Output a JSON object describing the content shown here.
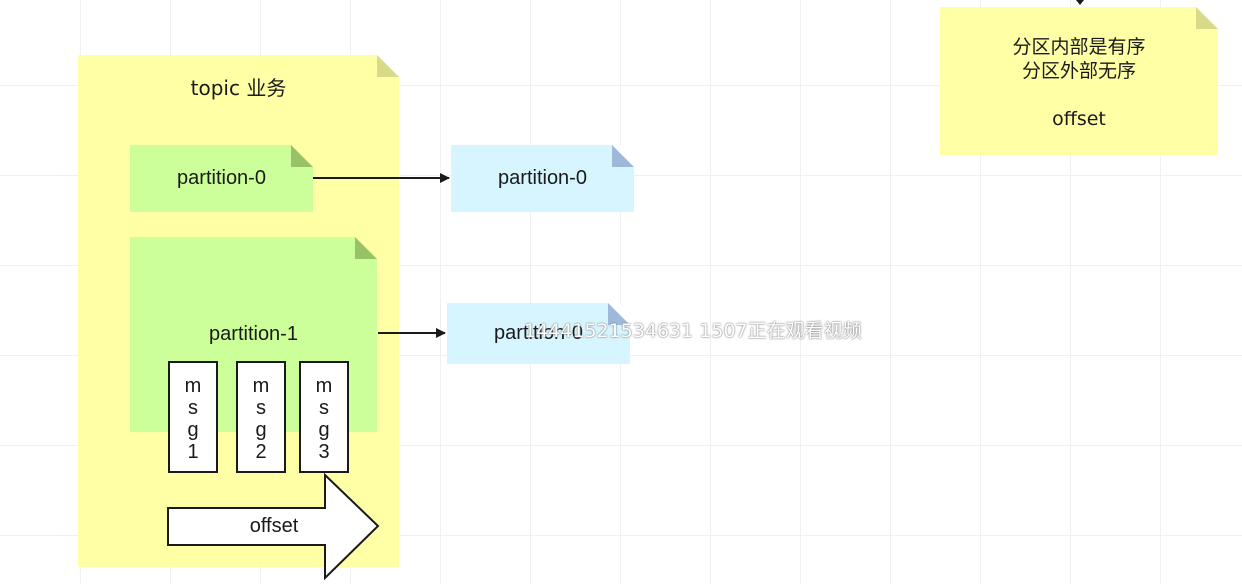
{
  "topic": {
    "title": "topic 业务"
  },
  "partitions_left": [
    {
      "label": "partition-0"
    },
    {
      "label": "partition-1"
    }
  ],
  "partitions_right": [
    {
      "label": "partition-0"
    },
    {
      "label": "partition-0"
    }
  ],
  "messages": [
    {
      "chars": [
        "m",
        "s",
        "g",
        "1"
      ]
    },
    {
      "chars": [
        "m",
        "s",
        "g",
        "2"
      ]
    },
    {
      "chars": [
        "m",
        "s",
        "g",
        "3"
      ]
    }
  ],
  "offset_arrow": {
    "label": "offset"
  },
  "note": {
    "line1": "分区内部是有序",
    "line2": "分区外部无序",
    "line3": "offset"
  },
  "watermark": "14441521534631 1507正在观看视频",
  "colors": {
    "note_yellow": "#ffffa6",
    "partition_green": "#ccff99",
    "partition_blue": "#d6f5ff"
  }
}
